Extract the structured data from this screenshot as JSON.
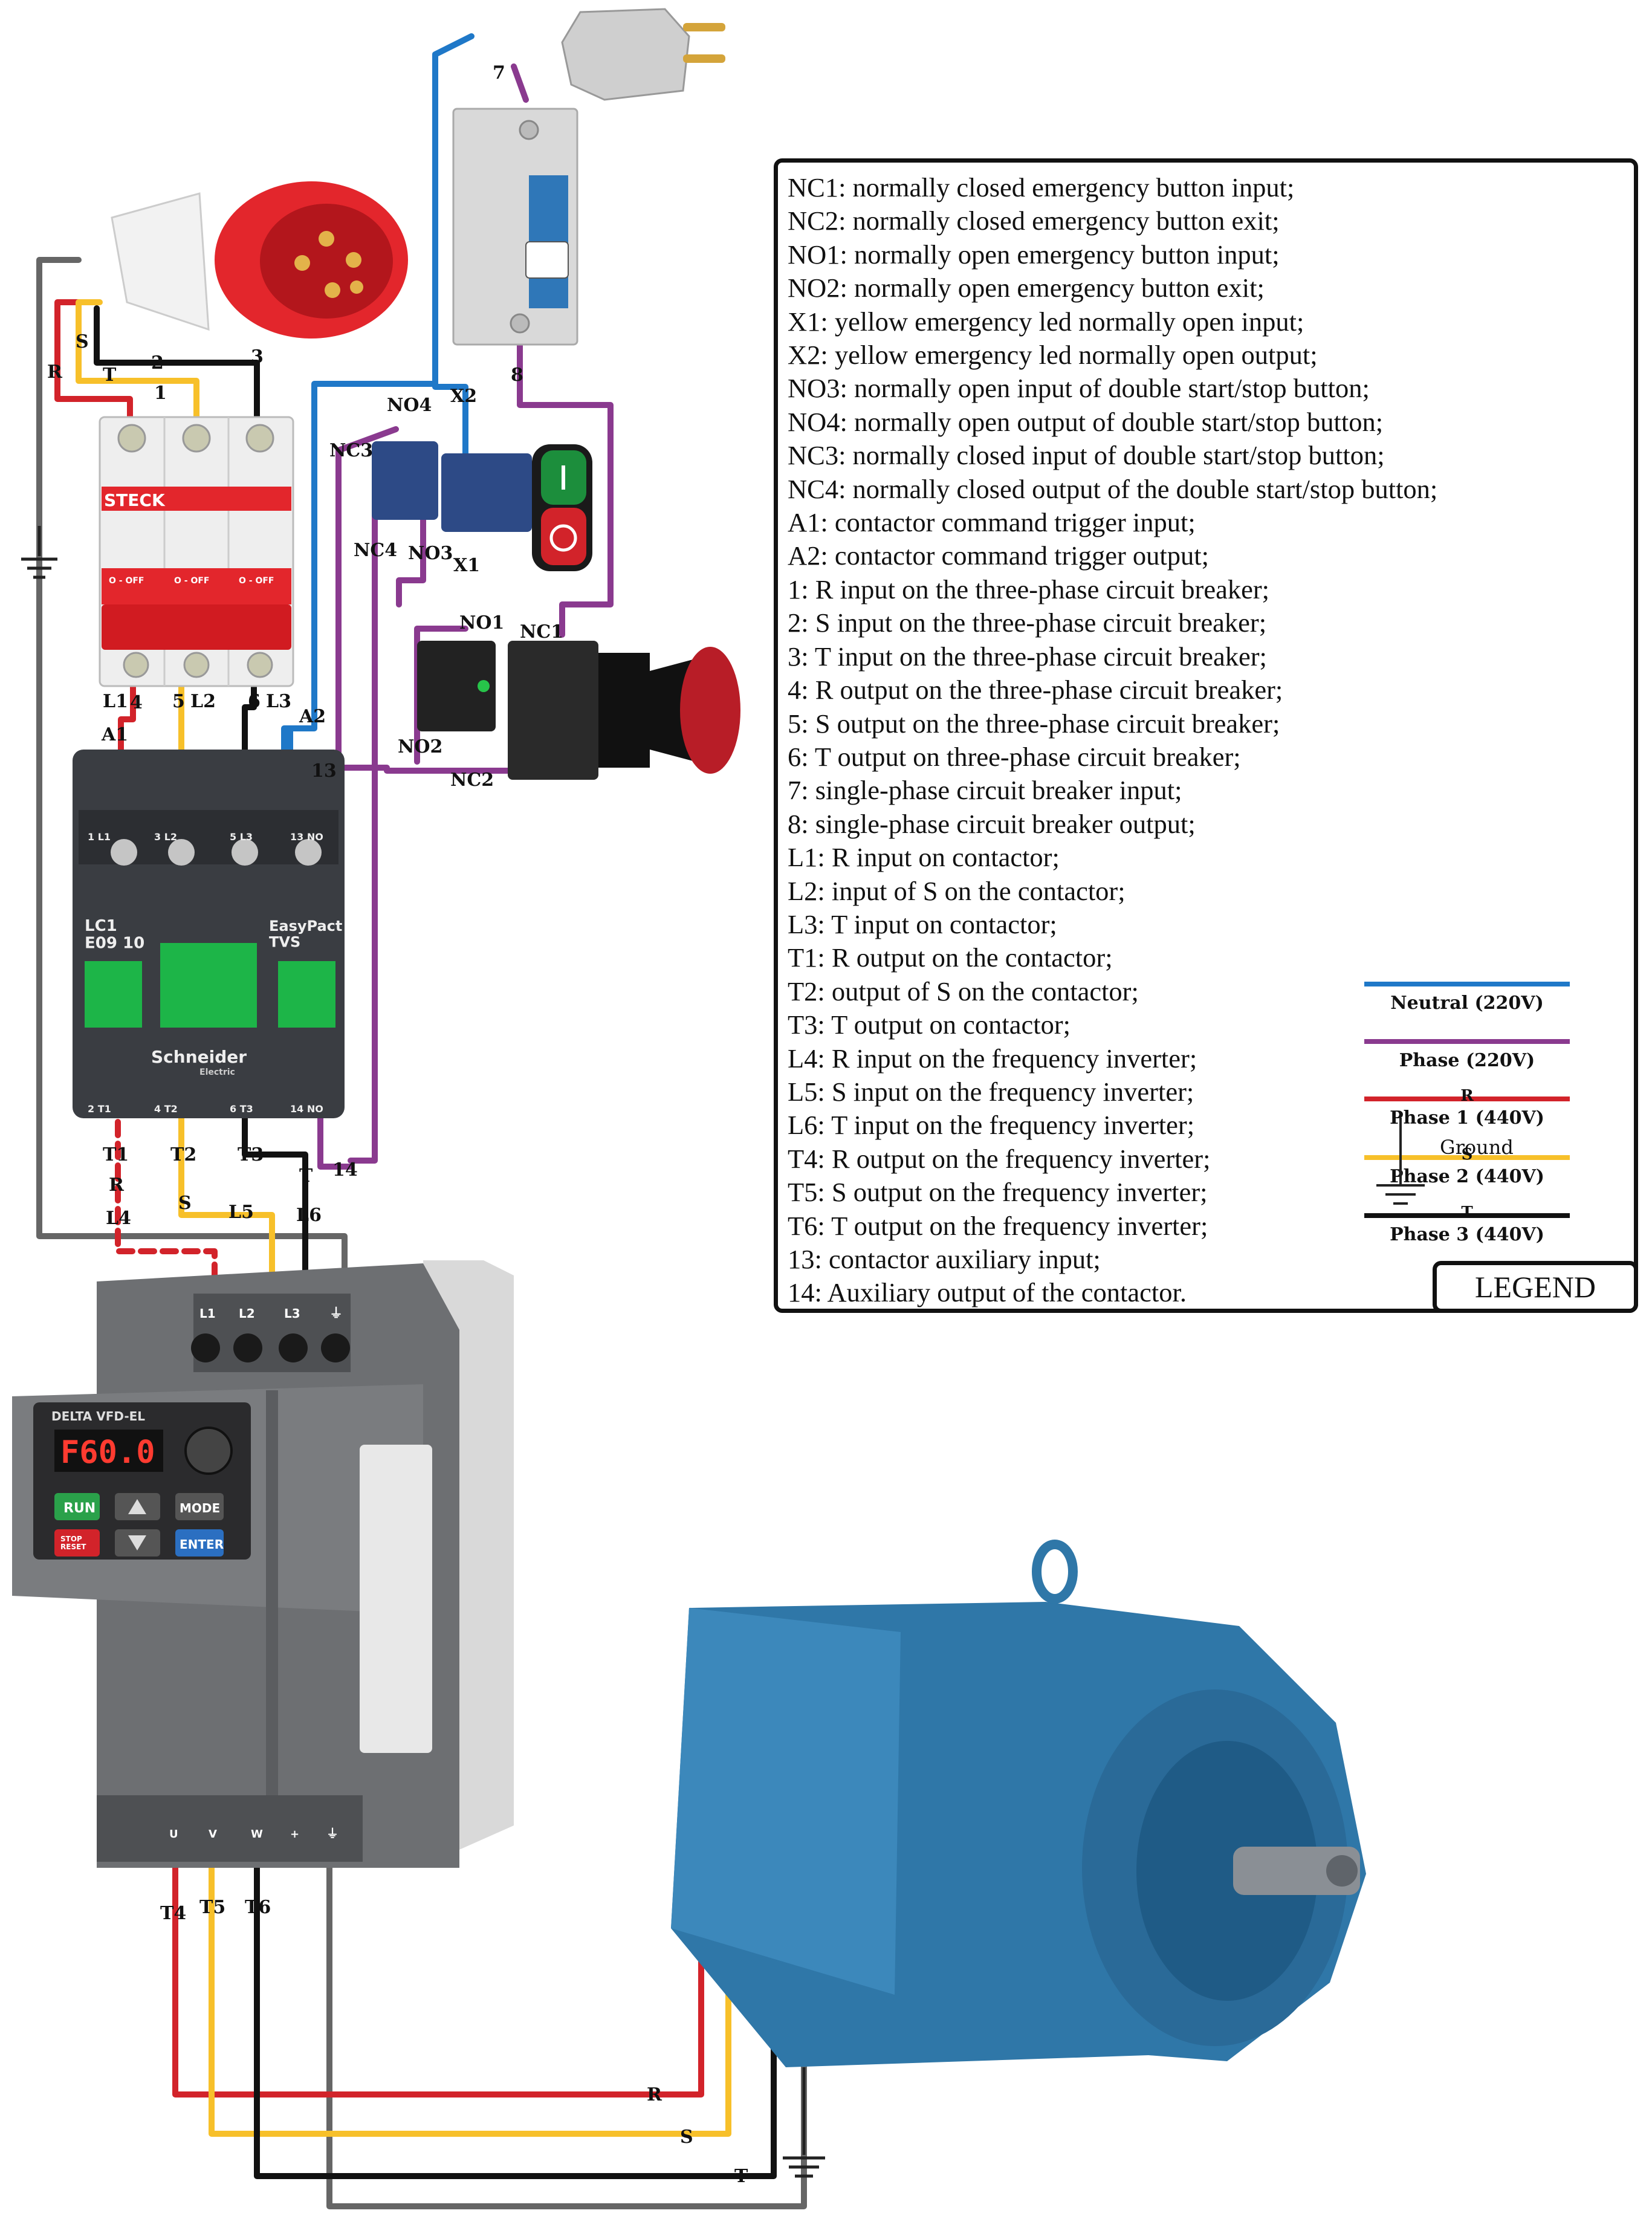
{
  "labels": {
    "breaker_in_1": "1",
    "breaker_in_2": "2",
    "breaker_in_3": "3",
    "plug_r": "R",
    "plug_s": "S",
    "plug_t": "T",
    "l1": "L1",
    "l2": "L2",
    "l3": "L3",
    "out4": "4",
    "out5": "5",
    "out6": "6",
    "a1": "A1",
    "a2": "A2",
    "aux13": "13",
    "aux14": "14",
    "t1": "T1",
    "t2": "T2",
    "t3": "T3",
    "r_mid": "R",
    "s_mid": "S",
    "t_mid": "T",
    "l4": "L4",
    "l5": "L5",
    "l6": "L6",
    "t4": "T4",
    "t5": "T5",
    "t6": "T6",
    "motor_r": "R",
    "motor_s": "S",
    "motor_t": "T",
    "sp_in": "7",
    "sp_out": "8",
    "nc1": "NC1",
    "nc2": "NC2",
    "nc3": "NC3",
    "nc4": "NC4",
    "no1": "NO1",
    "no2": "NO2",
    "no3": "NO3",
    "no4": "NO4",
    "x1": "X1",
    "x2": "X2"
  },
  "devices": {
    "breaker_brand": "STECK",
    "breaker_status": [
      "O - OFF",
      "O - OFF",
      "O - OFF"
    ],
    "contactor_model": "LC1\nE09 10",
    "contactor_series": "EasyPact\nTVS",
    "contactor_brand": "Schneider",
    "contactor_brand_sub": "Electric",
    "contactor_top_terminals": [
      "1  L1",
      "3  L2",
      "5  L3",
      "13 NO"
    ],
    "contactor_bottom_terminals": [
      "2  T1",
      "4  T2",
      "6  T3",
      "14 NO"
    ],
    "inverter_brand": "DELTA VFD-EL",
    "inverter_display": "F60.0",
    "inverter_buttons": {
      "run": "RUN",
      "mode": "MODE",
      "stop": "STOP\nRESET",
      "enter": "ENTER"
    },
    "input_terminals": [
      "L1",
      "L2",
      "L3",
      "⏚"
    ],
    "output_terminals": [
      "U",
      "V",
      "W",
      "+",
      "⏚"
    ]
  },
  "legend": {
    "title": "LEGEND",
    "entries": [
      "NC1: normally closed emergency button input;",
      "NC2: normally closed emergency button exit;",
      "NO1: normally open emergency button input;",
      "NO2: normally open emergency button exit;",
      "X1: yellow emergency led normally open input;",
      "X2: yellow emergency led normally open output;",
      "NO3: normally open input of double start/stop button;",
      "NO4: normally open output of double start/stop button;",
      "NC3: normally closed input of double start/stop button;",
      "NC4: normally closed output of the double start/stop button;",
      "A1: contactor command trigger input;",
      "A2: contactor command trigger output;",
      "1: R input on the three-phase circuit breaker;",
      "2: S input on the three-phase circuit breaker;",
      "3: T input on the three-phase circuit breaker;",
      "4: R output on the three-phase circuit breaker;",
      "5: S output on the three-phase circuit breaker;",
      "6: T output on three-phase circuit breaker;",
      "7: single-phase circuit breaker input;",
      "8: single-phase circuit breaker output;",
      "L1: R input on contactor;",
      "L2: input of S on the contactor;",
      "L3: T input on contactor;",
      "T1: R output on the contactor;",
      "T2: output of S on the contactor;",
      "T3: T output on contactor;",
      "L4: R input on the frequency inverter;",
      "L5: S input on the frequency inverter;",
      "L6: T input on the frequency inverter;",
      "T4: R output on the frequency inverter;",
      "T5: S output on the frequency inverter;",
      "T6: T output on the frequency inverter;",
      "13: contactor auxiliary input;",
      "14: Auxiliary output of the contactor."
    ],
    "keys": {
      "neutral": {
        "label": "Neutral (220V)",
        "mark": "",
        "color": "#1f78c8"
      },
      "phase": {
        "label": "Phase (220V)",
        "mark": "",
        "color": "#8a3a8f"
      },
      "phase1": {
        "label": "Phase 1 (440V)",
        "mark": "R",
        "color": "#d2232a"
      },
      "phase2": {
        "label": "Phase 2 (440V)",
        "mark": "S",
        "color": "#f7c02a"
      },
      "phase3": {
        "label": "Phase 3 (440V)",
        "mark": "T",
        "color": "#111111"
      }
    },
    "ground_label": "Ground"
  },
  "colors": {
    "neutral": "#1f78c8",
    "phase": "#8a3a8f",
    "red": "#d2232a",
    "yellow": "#f7c02a",
    "black": "#111111",
    "ground": "#666666",
    "motor": "#2f77a8",
    "inverter": "#6d6f72",
    "breaker_red": "#e3262c"
  }
}
